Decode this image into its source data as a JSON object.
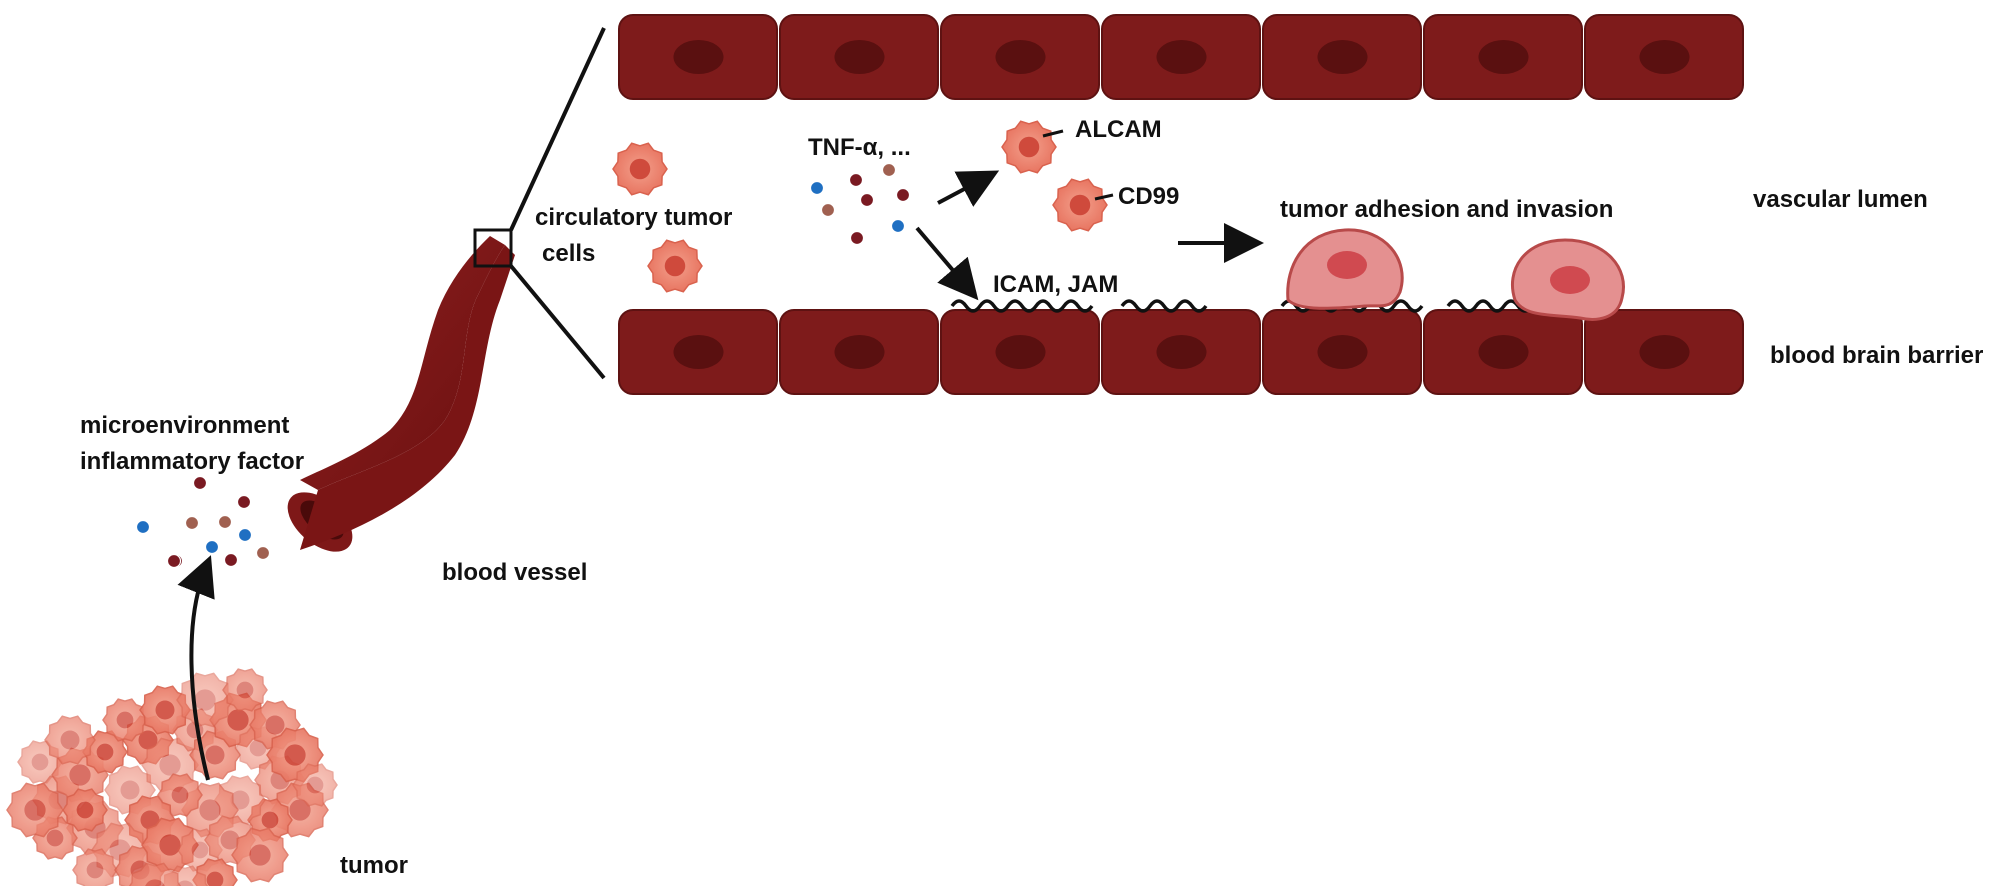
{
  "labels": {
    "microenvironment_line1": "microenvironment",
    "microenvironment_line2": "inflammatory factor",
    "blood_vessel": "blood vessel",
    "tumor": "tumor",
    "circulatory_line1": "circulatory tumor",
    "circulatory_line2": "cells",
    "tnf": "TNF-α, ...",
    "alcam": "ALCAM",
    "cd99": "CD99",
    "icam_jam": "ICAM, JAM",
    "adhesion": "tumor adhesion and invasion",
    "vascular_lumen": "vascular lumen",
    "bbb": "blood brain barrier"
  },
  "colors": {
    "endothelial_cell": "#7e1b1b",
    "endothelial_nucleus": "#5a1010",
    "vessel_tube": "#7a1515",
    "tumor_cell": "#e87c68",
    "tumor_nucleus": "#cf4a3c",
    "adhered_cell": "#e49090",
    "factor_dark_red": "#7a1a22",
    "factor_blue": "#1f6fc2",
    "factor_brown": "#a06050",
    "text": "#111111"
  }
}
